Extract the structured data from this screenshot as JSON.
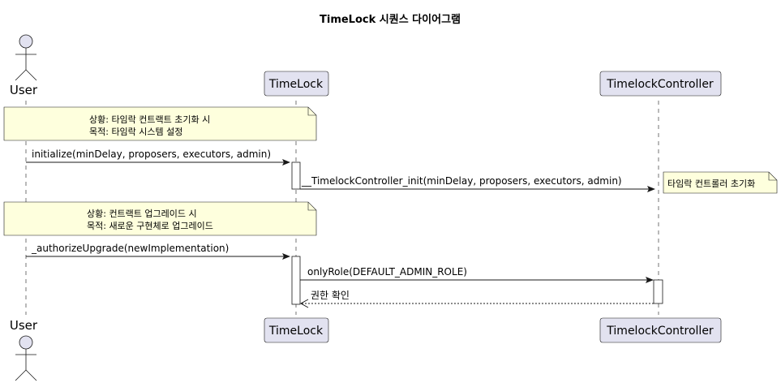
{
  "title": "TimeLock 시퀀스 다이어그램",
  "participants": {
    "user": "User",
    "timelock": "TimeLock",
    "controller": "TimelockController"
  },
  "notes": {
    "init_situation": "상황: 타임락 컨트랙트 초기화 시",
    "init_purpose": "목적: 타임락 시스템 설정",
    "controller_init": "타임락 컨트롤러 초기화",
    "upgrade_situation": "상황: 컨트랙트 업그레이드 시",
    "upgrade_purpose": "목적: 새로운 구현체로 업그레이드"
  },
  "messages": {
    "initialize": "initialize(minDelay, proposers, executors, admin)",
    "controller_init": "__TimelockController_init(minDelay, proposers, executors, admin)",
    "authorize_upgrade": "_authorizeUpgrade(newImplementation)",
    "only_role": "onlyRole(DEFAULT_ADMIN_ROLE)",
    "permission_check": "권한 확인"
  },
  "colors": {
    "participant_fill": "#E2E2F0",
    "participant_border": "#181818",
    "note_fill": "#FEFFDD",
    "note_border": "#181818",
    "lifeline": "#181818"
  }
}
